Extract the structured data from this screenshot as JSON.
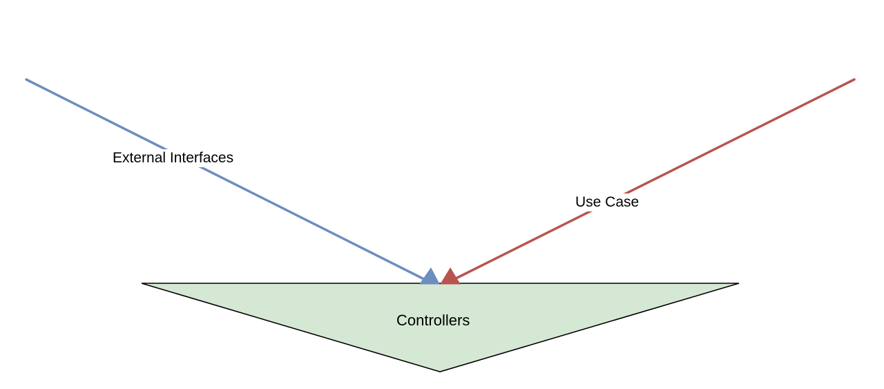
{
  "nodes": {
    "controllers": {
      "label": "Controllers",
      "fill": "#d5e8d4",
      "stroke": "#000000"
    }
  },
  "edges": {
    "external_interfaces": {
      "label": "External Interfaces",
      "color": "#6c8ebf"
    },
    "use_case": {
      "label": "Use Case",
      "color": "#b85450"
    }
  }
}
